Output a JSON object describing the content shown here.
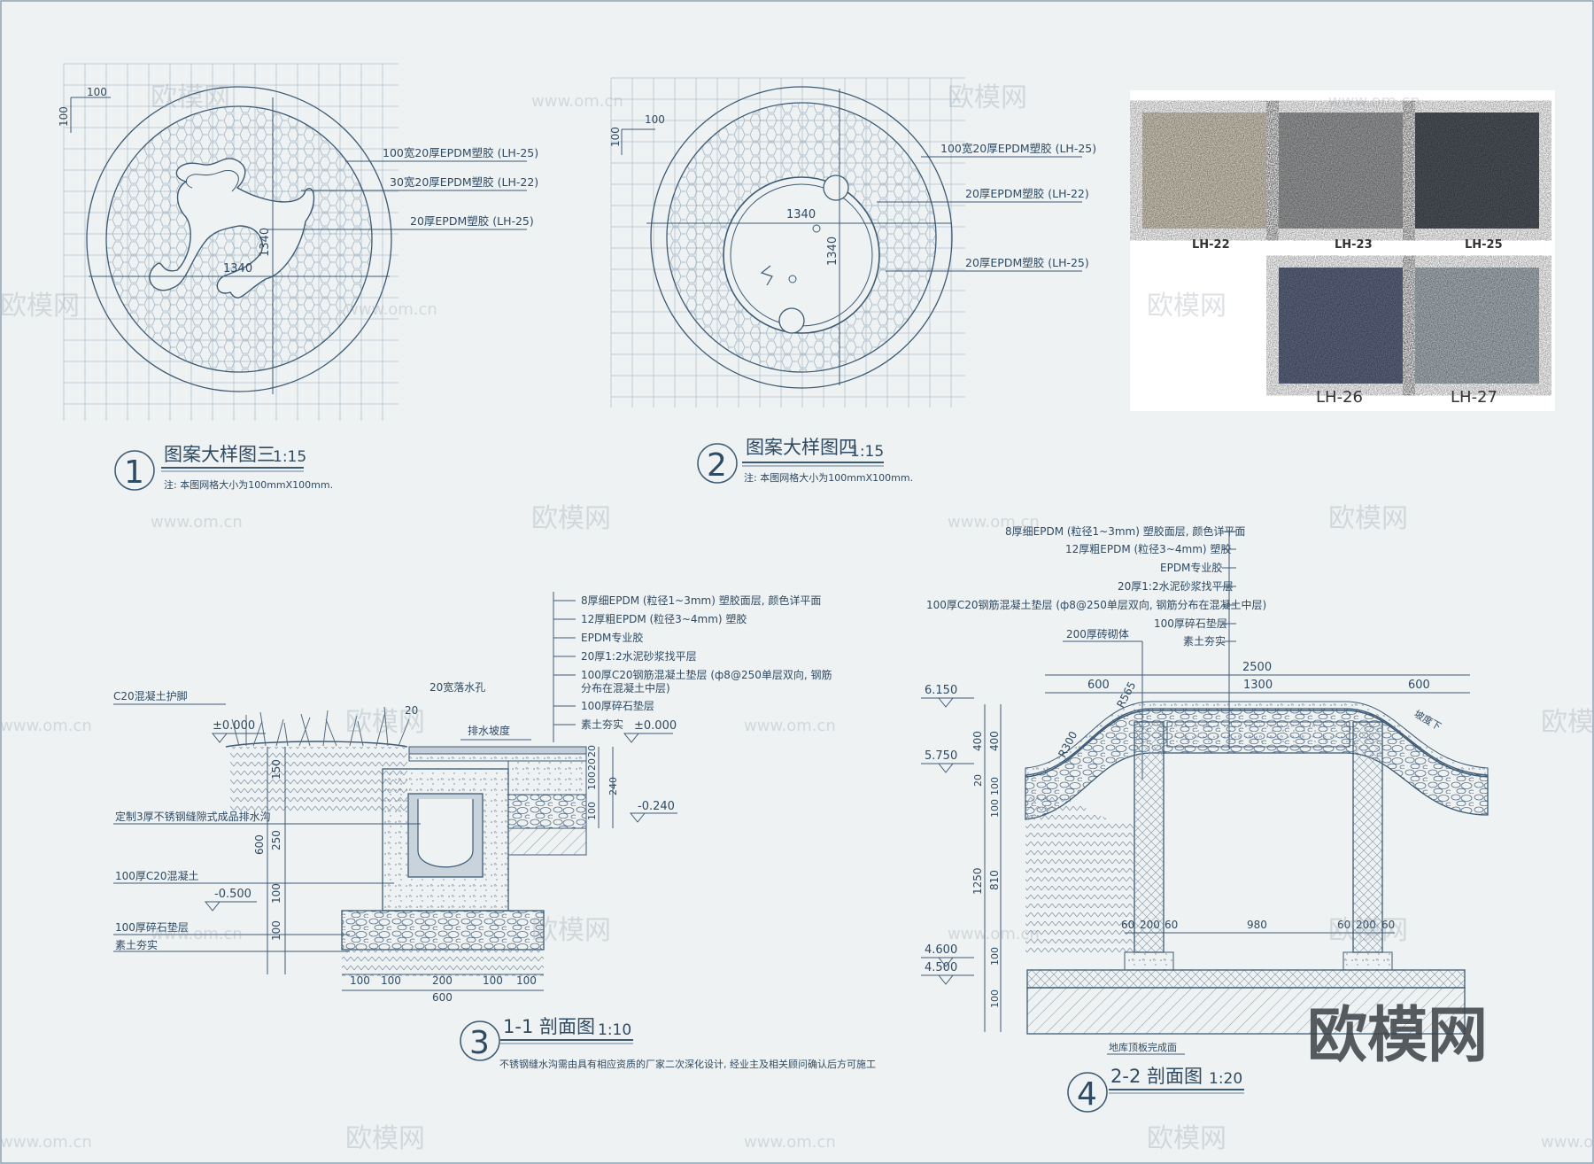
{
  "watermark": {
    "logo": "欧模网",
    "url": "www.om.cn"
  },
  "detail1": {
    "number": "1",
    "title": "图案大样图三",
    "scale": "1:15",
    "note": "注: 本图网格大小为100mmX100mm.",
    "grid_dim_h": "100",
    "grid_dim_v": "100",
    "dim_width": "1340",
    "dim_height": "1340",
    "callouts": [
      "100宽20厚EPDM塑胶 (LH-25)",
      "30宽20厚EPDM塑胶 (LH-22)",
      "20厚EPDM塑胶 (LH-25)"
    ]
  },
  "detail2": {
    "number": "2",
    "title": "图案大样图四",
    "scale": "1:15",
    "note": "注: 本图网格大小为100mmX100mm.",
    "grid_dim_h": "100",
    "grid_dim_v": "100",
    "dim_width": "1340",
    "dim_height": "1340",
    "callouts": [
      "100宽20厚EPDM塑胶 (LH-25)",
      "20厚EPDM塑胶 (LH-22)",
      "20厚EPDM塑胶 (LH-25)"
    ]
  },
  "swatches": [
    {
      "code": "LH-22",
      "color": "#cfc9b8"
    },
    {
      "code": "LH-23",
      "color": "#9a9b9c"
    },
    {
      "code": "LH-25",
      "color": "#4d535c"
    },
    {
      "code": "LH-26",
      "color": "#5d6681"
    },
    {
      "code": "LH-27",
      "color": "#a7b1b7"
    }
  ],
  "section11": {
    "number": "3",
    "title": "1-1 剖面图",
    "scale": "1:10",
    "note": "不锈钢缝水沟需由具有相应资质的厂家二次深化设计, 经业主及相关顾问确认后方可施工",
    "layers": [
      "8厚细EPDM (粒径1~3mm) 塑胶面层, 颜色详平面",
      "12厚粗EPDM (粒径3~4mm) 塑胶",
      "EPDM专业胶",
      "20厚1:2水泥砂浆找平层",
      "100厚C20钢筋混凝土垫层 (ф8@250单层双向, 钢筋",
      "分布在混凝土中层)",
      "100厚碎石垫层",
      "素土夯实"
    ],
    "left_labels": [
      "C20混凝土护脚",
      "定制3厚不锈钢缝隙式成品排水沟",
      "100厚C20混凝土",
      "100厚碎石垫层",
      "素土夯实"
    ],
    "hole_label": "20宽落水孔",
    "slope_label": "排水坡度",
    "elev_left": "±0.000",
    "elev_right": "±0.000",
    "elev_low": "-0.240",
    "elev_base": "-0.500",
    "dims_left": [
      "150",
      "250",
      "100",
      "100"
    ],
    "dim_total_left": "600",
    "dim_top": "20",
    "dims_right": [
      "20",
      "20",
      "100",
      "100"
    ],
    "dim_right_total": "240",
    "dims_bottom": [
      "100",
      "100",
      "200",
      "100",
      "100"
    ],
    "dim_bottom_total": "600"
  },
  "section22": {
    "number": "4",
    "title": "2-2 剖面图",
    "scale": "1:20",
    "layers": [
      "8厚细EPDM (粒径1~3mm) 塑胶面层, 颜色详平面",
      "12厚粗EPDM (粒径3~4mm) 塑胶",
      "EPDM专业胶",
      "20厚1:2水泥砂浆找平层",
      "100厚C20钢筋混凝土垫层 (ф8@250单层双向, 钢筋分布在混凝土中层)",
      "100厚碎石垫层",
      "素土夯实"
    ],
    "wall_label": "200厚砖砌体",
    "slab_label": "地库顶板完成面",
    "slope_label": "坡度下",
    "elevations": [
      "6.150",
      "5.750",
      "4.600",
      "4.500"
    ],
    "dims_top": [
      "600",
      "1300",
      "600"
    ],
    "dim_top_total": "2500",
    "dims_vert": [
      "400",
      "20",
      "100",
      "100",
      "810",
      "100",
      "100"
    ],
    "dim_vert_total": "1250",
    "dims_bottom": [
      "60",
      "200",
      "60",
      "980",
      "60",
      "200",
      "60"
    ],
    "radius_labels": [
      "R565",
      "R300"
    ]
  }
}
